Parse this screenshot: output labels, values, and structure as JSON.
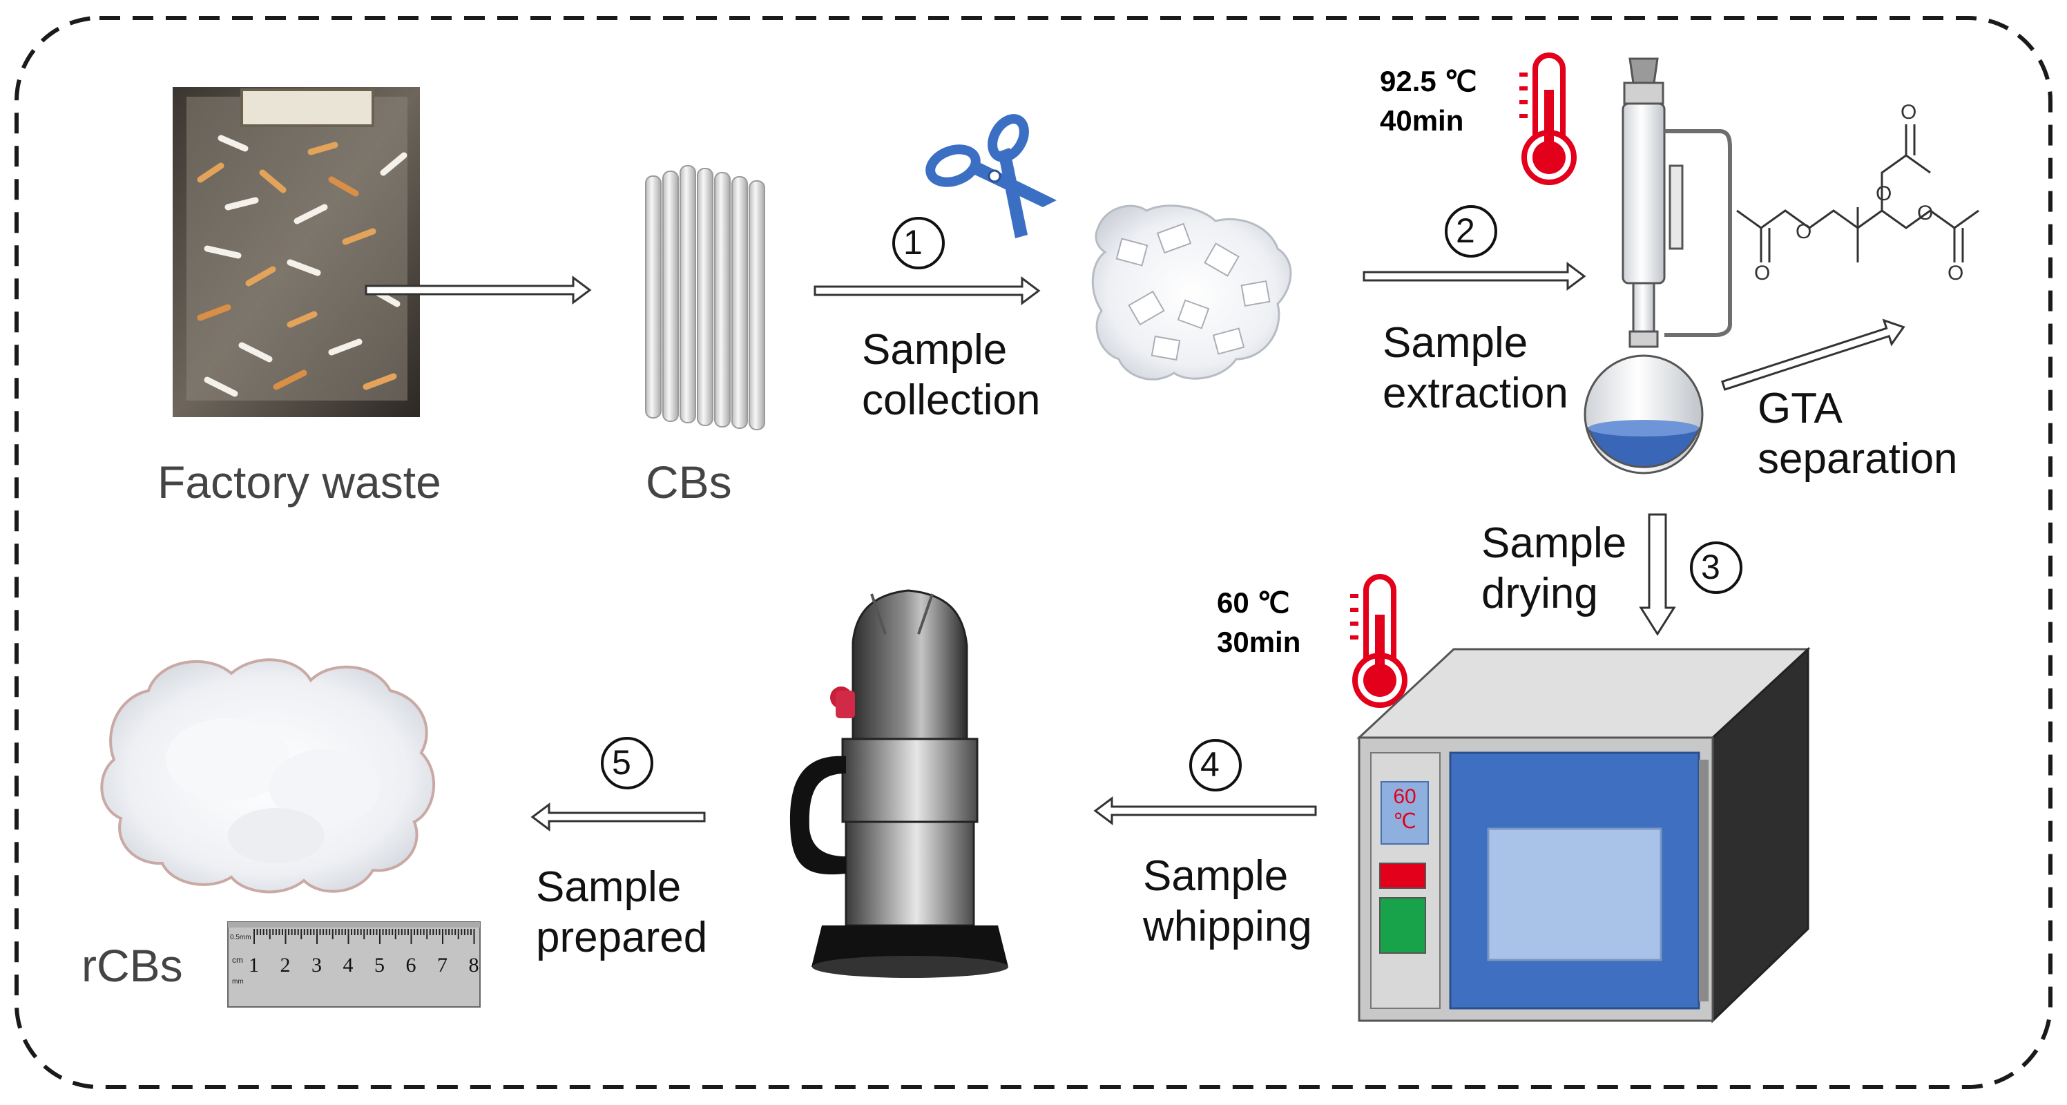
{
  "labels": {
    "factory_waste": "Factory waste",
    "cbs": "CBs",
    "rcbs": "rCBs",
    "gta_separation": [
      "GTA",
      "separation"
    ],
    "sample_collection": [
      "Sample",
      "collection"
    ],
    "sample_extraction": [
      "Sample",
      "extraction"
    ],
    "sample_drying": [
      "Sample",
      "drying"
    ],
    "sample_whipping": [
      "Sample",
      "whipping"
    ],
    "sample_prepared": [
      "Sample",
      "prepared"
    ]
  },
  "steps": [
    {
      "number": "1"
    },
    {
      "number": "2"
    },
    {
      "number": "3"
    },
    {
      "number": "4"
    },
    {
      "number": "5"
    }
  ],
  "conditions": {
    "extraction_temp": "92.5 ℃",
    "extraction_time": "40min",
    "drying_temp": "60 ℃",
    "drying_time": "30min"
  },
  "oven_display": {
    "line1": "60",
    "line2": "℃"
  },
  "ruler": {
    "ticks": [
      "1",
      "2",
      "3",
      "4",
      "5",
      "6",
      "7",
      "8"
    ],
    "unit_labels": [
      "0.5mm",
      "cm",
      "mm"
    ]
  },
  "colors": {
    "border": "#1a1a1a",
    "thermometer": "#e3001b",
    "scissors": "#3b6fc4",
    "oven_body": "#c8c8c8",
    "oven_door": "#3f6fc0",
    "flask_liquid": "#3a66b8"
  }
}
